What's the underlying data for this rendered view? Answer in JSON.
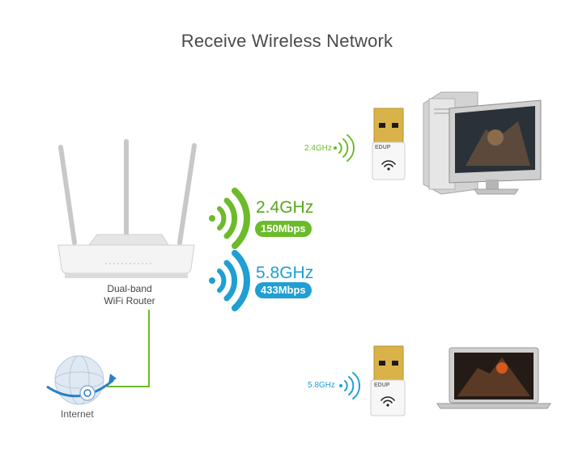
{
  "title": "Receive Wireless Network",
  "router": {
    "line1": "Dual-band",
    "line2": "WiFi Router"
  },
  "bands": {
    "g24": {
      "freq": "2.4GHz",
      "speed": "150Mbps"
    },
    "g58": {
      "freq": "5.8GHz",
      "speed": "433Mbps"
    }
  },
  "adapter_top": {
    "freq": "2.4GHz",
    "brand": "EDUP"
  },
  "adapter_bottom": {
    "freq": "5.8GHz",
    "brand": "EDUP"
  },
  "internet": "Internet",
  "colors": {
    "green": "#6cbb2a",
    "blue": "#1f9fd3",
    "gold": "#d9b24a",
    "title": "#4a4a4a"
  }
}
